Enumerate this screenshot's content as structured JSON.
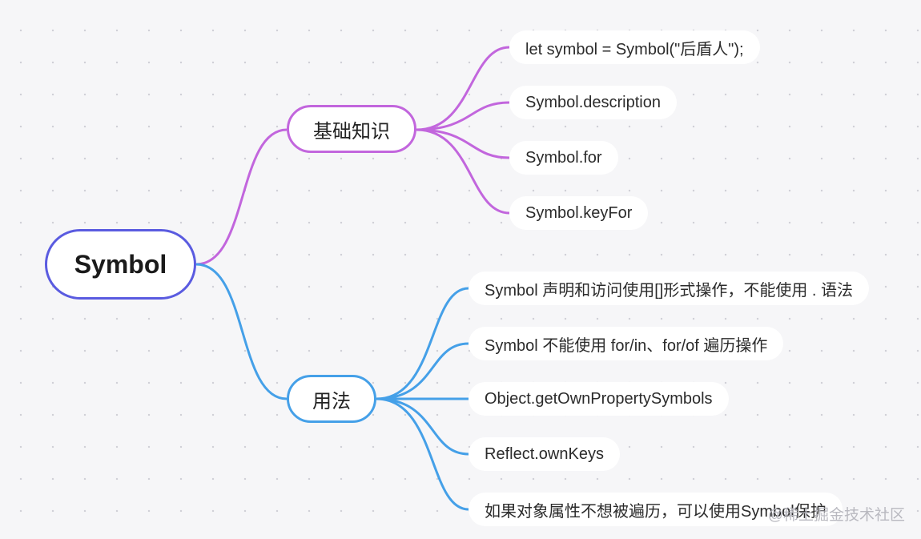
{
  "mindmap": {
    "root": {
      "label": "Symbol"
    },
    "branches": [
      {
        "label": "基础知识",
        "color": "#c266dd",
        "leaves": [
          "let symbol = Symbol(\"后盾人\");",
          "Symbol.description",
          "Symbol.for",
          "Symbol.keyFor"
        ]
      },
      {
        "label": "用法",
        "color": "#45a0e8",
        "leaves": [
          "Symbol 声明和访问使用[]形式操作，不能使用 . 语法",
          "Symbol 不能使用 for/in、for/of 遍历操作",
          "Object.getOwnPropertySymbols",
          "Reflect.ownKeys",
          "如果对象属性不想被遍历，可以使用Symbol保护"
        ]
      }
    ],
    "root_border_color": "#5a5be0"
  },
  "watermark": "@稀土掘金技术社区"
}
